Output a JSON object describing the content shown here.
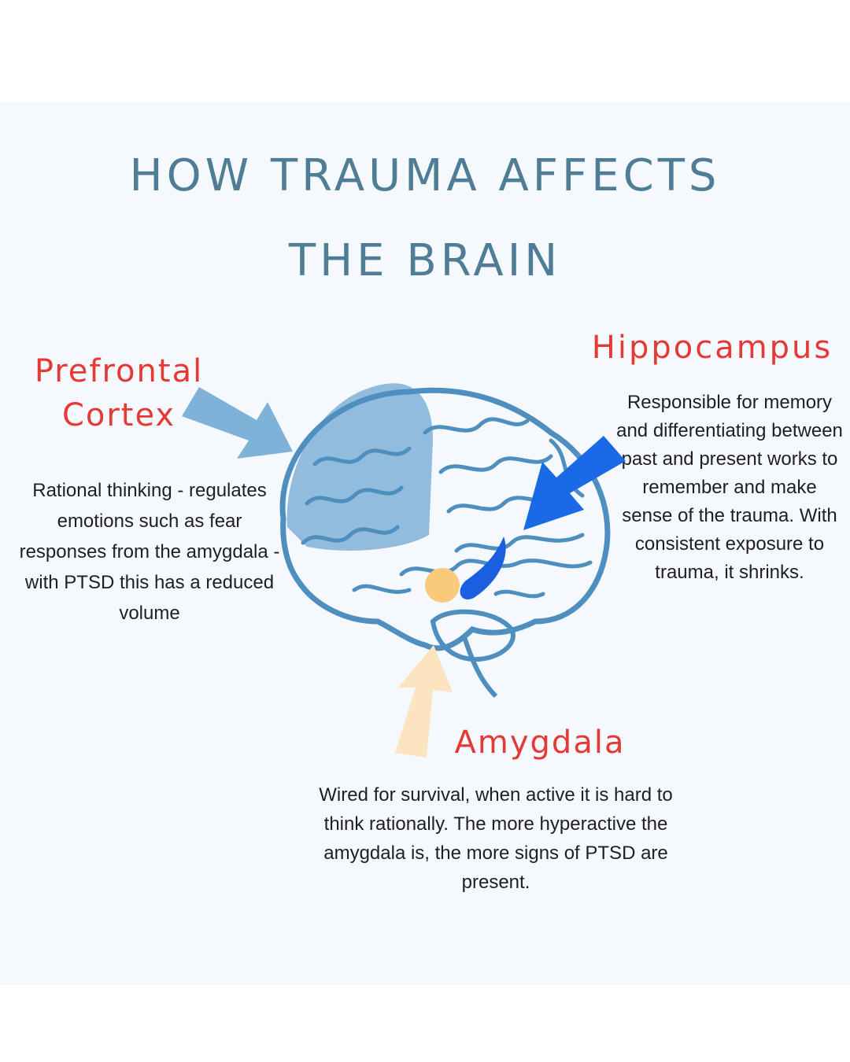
{
  "title": {
    "line1": "HOW TRAUMA AFFECTS",
    "line2": "THE BRAIN"
  },
  "prefrontal": {
    "heading_line1": "Prefrontal",
    "heading_line2": "Cortex",
    "description": "Rational thinking - regulates emotions such as fear responses from the amygdala - with PTSD this has a reduced volume"
  },
  "hippocampus": {
    "heading": "Hippocampus",
    "description": "Responsible for memory and differentiating between past and present works to remember and make sense of the trauma. With consistent exposure to trauma, it shrinks."
  },
  "amygdala": {
    "heading": "Amygdala",
    "description": "Wired for survival, when active it is hard to think rationally. The more hyperactive the amygdala is, the more signs of PTSD are present."
  },
  "colors": {
    "title": "#4f7d96",
    "heading": "#e53935",
    "brain_outline": "#4f8fbf",
    "prefrontal_highlight": "#7fb2d8",
    "hippocampus": "#1a5fe0",
    "amygdala": "#f9c97c",
    "amygdala_arrow": "#fde4c0"
  },
  "icons": [
    "brain-illustration",
    "arrow-prefrontal-icon",
    "arrow-hippocampus-icon",
    "arrow-amygdala-icon"
  ]
}
